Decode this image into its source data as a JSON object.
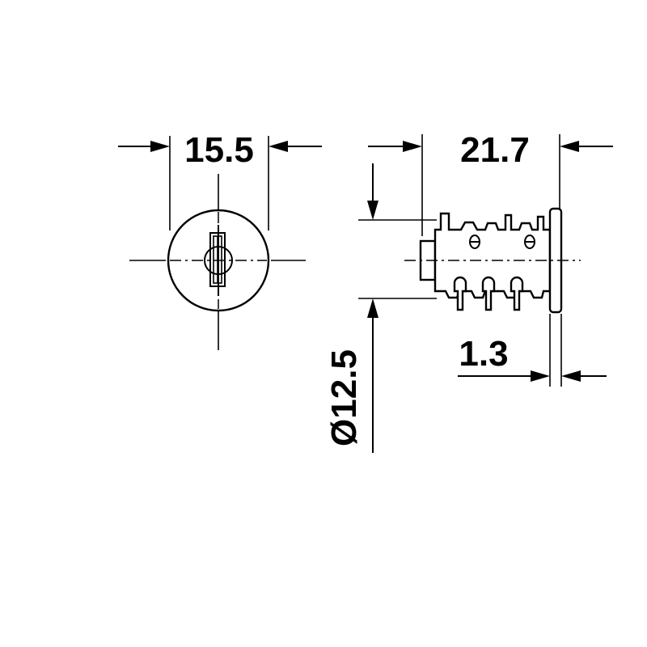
{
  "dimensions": {
    "face_diameter": "15.5",
    "body_length": "21.7",
    "flange_thickness": "1.3",
    "cylinder_diameter": "Ø12.5"
  },
  "colors": {
    "line": "#000000",
    "background": "#ffffff"
  }
}
